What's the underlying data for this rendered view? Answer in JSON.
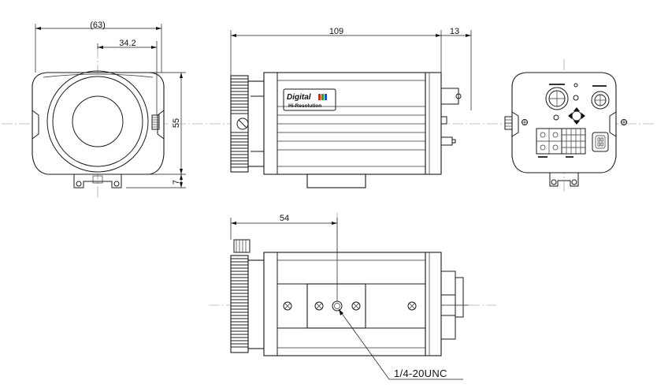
{
  "dimensions": {
    "front_width": "(63)",
    "front_offset": "34.2",
    "height": "55",
    "mount_height": "7",
    "body_length": "109",
    "connector_length": "13",
    "mount_offset": "54"
  },
  "labels": {
    "thread": "1/4-20UNC",
    "logo_line1": "Digital",
    "logo_line2": "Hi-Resolution"
  },
  "colors": {
    "logo_red": "#e0251b",
    "logo_green": "#2ca02c",
    "logo_blue": "#1f4fd8"
  }
}
